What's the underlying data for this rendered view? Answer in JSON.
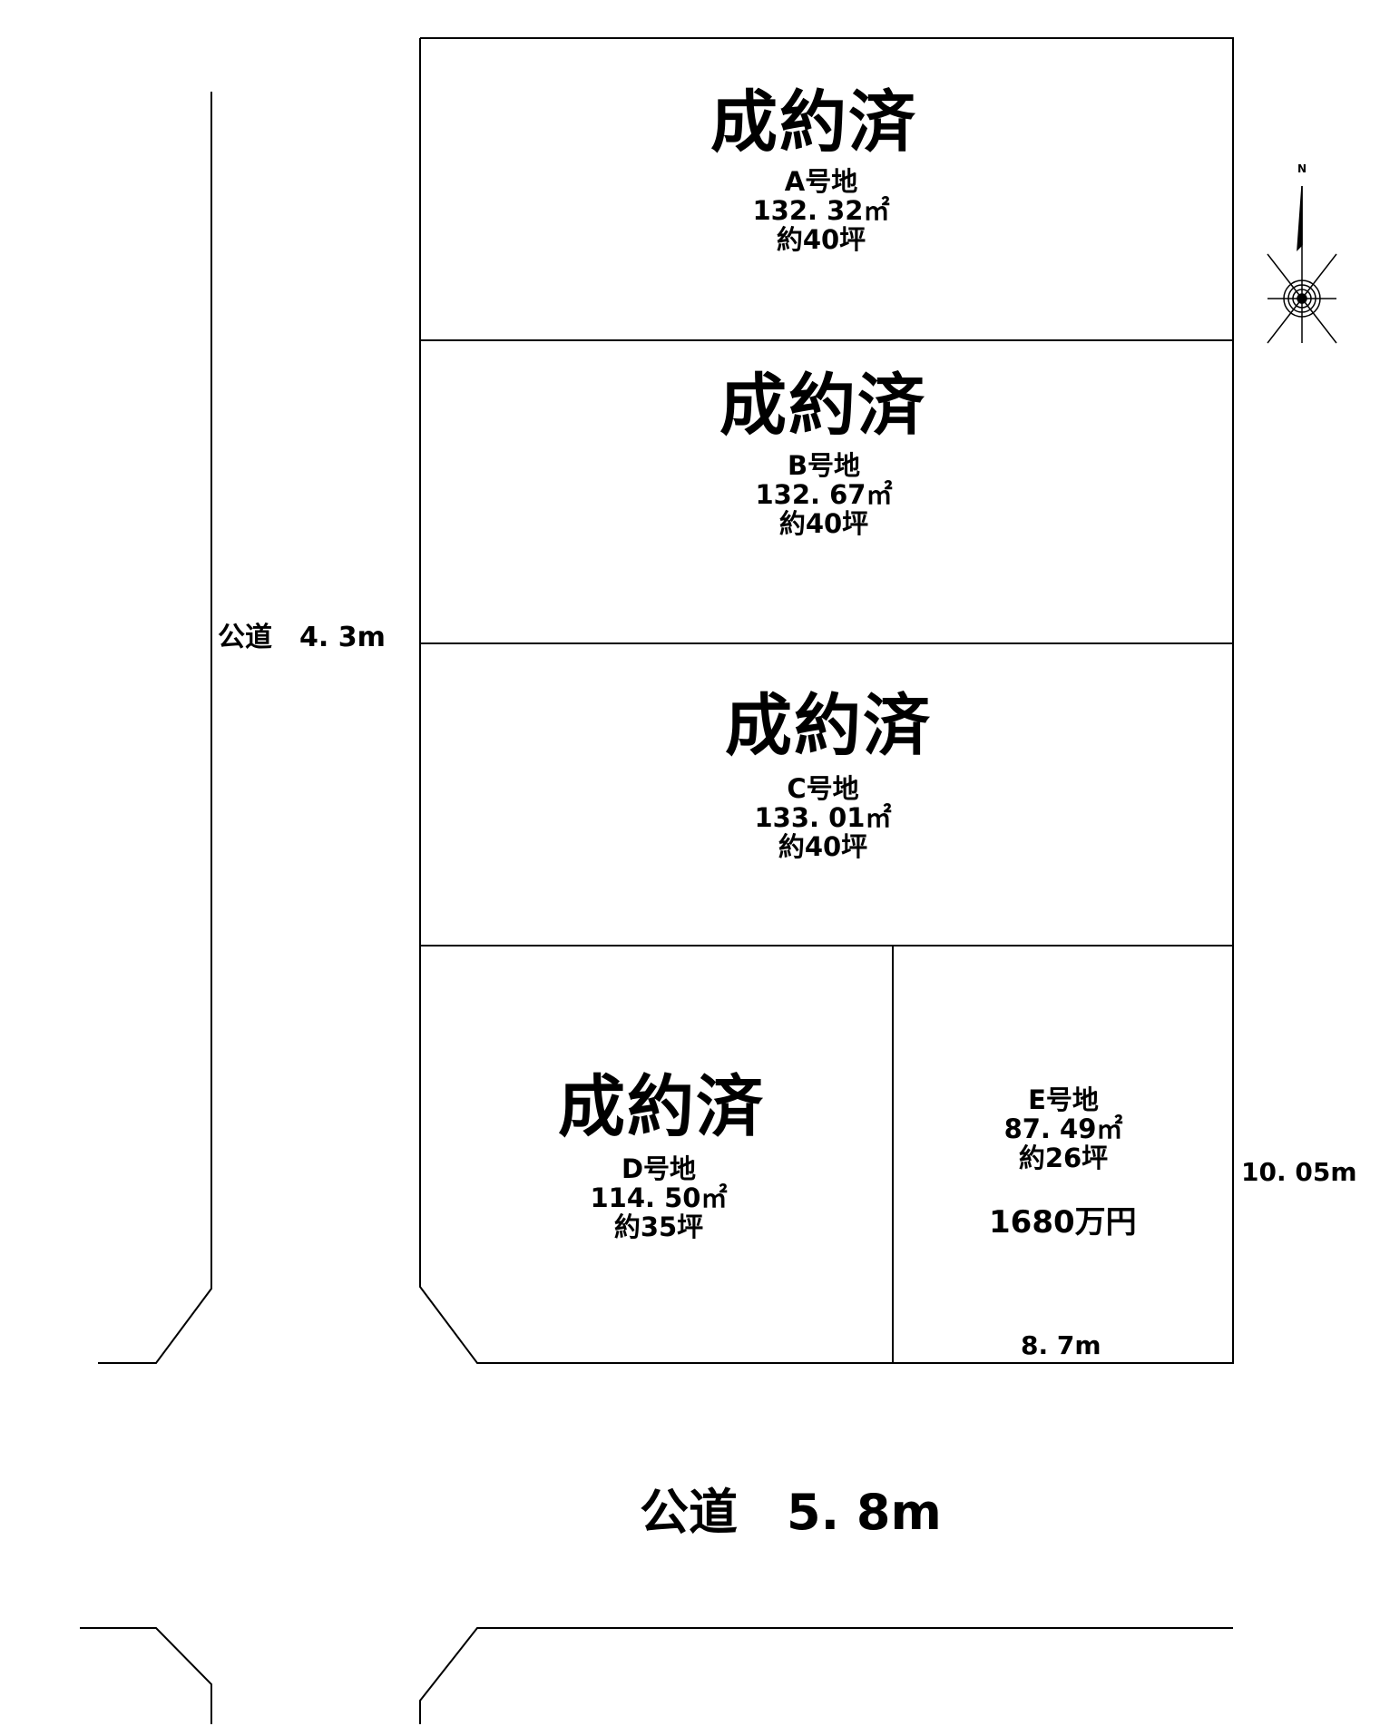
{
  "lots": [
    {
      "status": "成約済",
      "name": "A号地",
      "area": "132. 32㎡",
      "tsubo": "約40坪"
    },
    {
      "status": "成約済",
      "name": "B号地",
      "area": "132. 67㎡",
      "tsubo": "約40坪"
    },
    {
      "status": "成約済",
      "name": "C号地",
      "area": "133. 01㎡",
      "tsubo": "約40坪"
    },
    {
      "status": "成約済",
      "name": "D号地",
      "area": "114. 50㎡",
      "tsubo": "約35坪"
    },
    {
      "status": "",
      "name": "E号地",
      "area": "87. 49㎡",
      "tsubo": "約26坪",
      "price": "1680万円"
    }
  ],
  "roads": {
    "west": "公道　4. 3m",
    "south": "公道　5. 8m"
  },
  "dimensions": {
    "lot_e_depth": "10. 05m",
    "lot_e_frontage": "8. 7m"
  },
  "compass": {
    "north_label": "N"
  }
}
